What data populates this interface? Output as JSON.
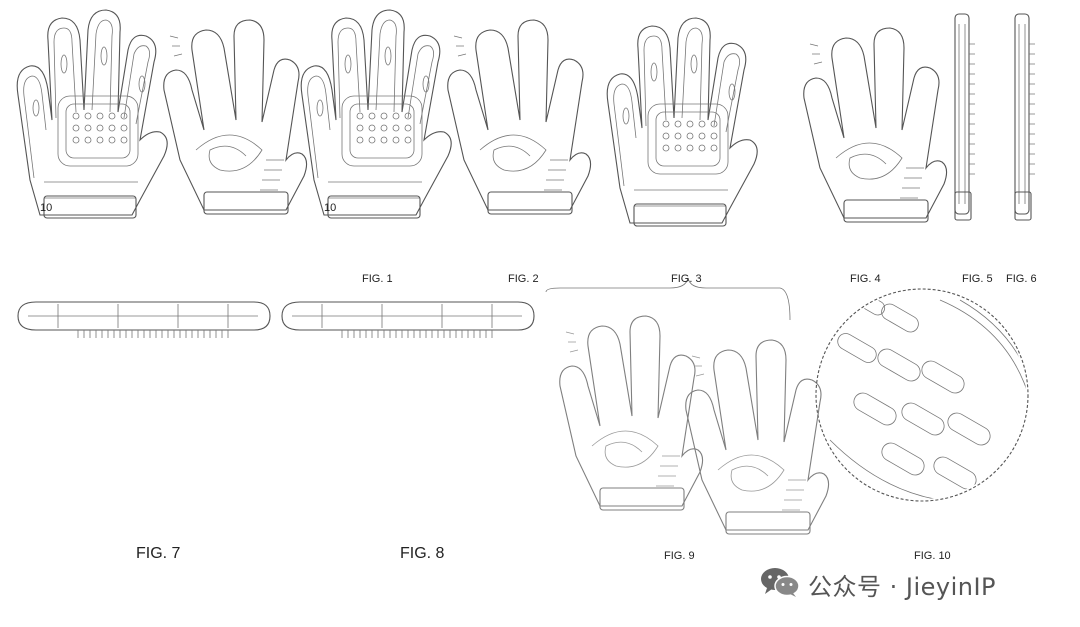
{
  "figures": {
    "fig1": "FIG. 1",
    "fig2": "FIG. 2",
    "fig3": "FIG. 3",
    "fig4": "FIG. 4",
    "fig5": "FIG. 5",
    "fig6": "FIG. 6",
    "fig7": "FIG. 7",
    "fig8": "FIG. 8",
    "fig9": "FIG. 9",
    "fig10": "FIG. 10"
  },
  "reference_numerals": {
    "fig1_ref": "10",
    "fig2_ref": "10"
  },
  "watermark": {
    "text": "公众号 · JieyinIP",
    "icon": "wechat-icon",
    "color": "#555555"
  },
  "colors": {
    "line": "#555555",
    "background": "#ffffff"
  }
}
